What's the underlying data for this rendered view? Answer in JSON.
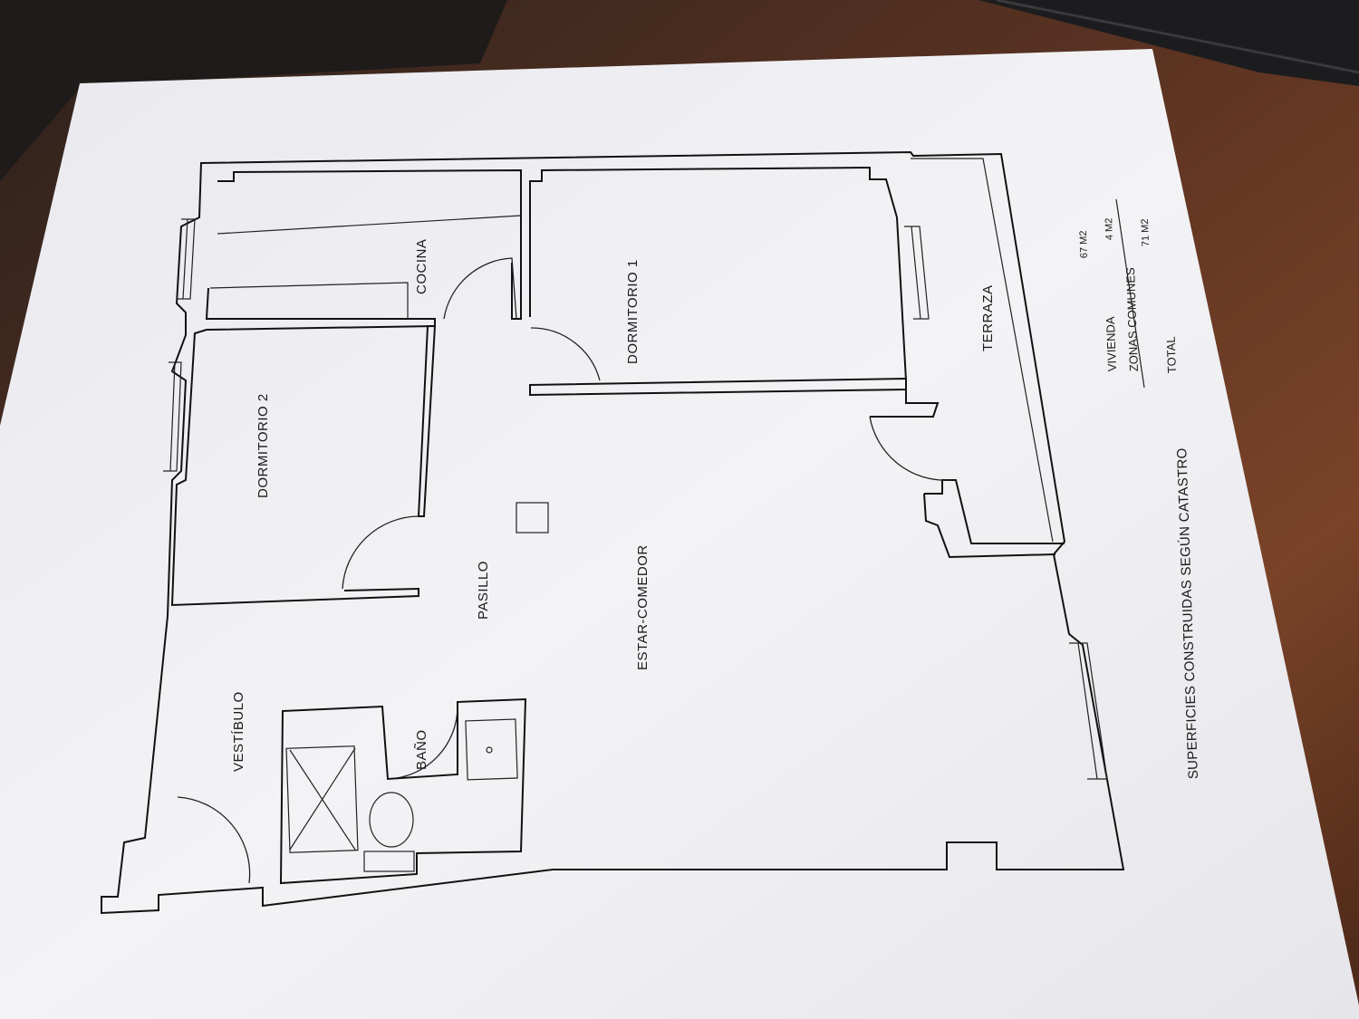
{
  "plan": {
    "rooms": {
      "cocina": "COCINA",
      "dormitorio_1": "DORMITORIO 1",
      "dormitorio_2": "DORMITORIO 2",
      "terraza": "TERRAZA",
      "pasillo": "PASILLO",
      "estar_comedor": "ESTAR-COMEDOR",
      "vestibulo": "VESTÍBULO",
      "bano": "BAÑO"
    },
    "caption": "SUPERFICIES CONSTRUIDAS SEGÚN CATASTRO",
    "areas": [
      {
        "label": "VIVIENDA",
        "value": "67 M2"
      },
      {
        "label": "ZONAS COMUNES",
        "value": "4 M2"
      },
      {
        "label": "TOTAL",
        "value": "71 M2"
      }
    ]
  },
  "colors": {
    "paper": "#f2f2f4",
    "ink": "#111111",
    "table_wood": "#5a3020",
    "dark_object": "#1c1c1e"
  }
}
